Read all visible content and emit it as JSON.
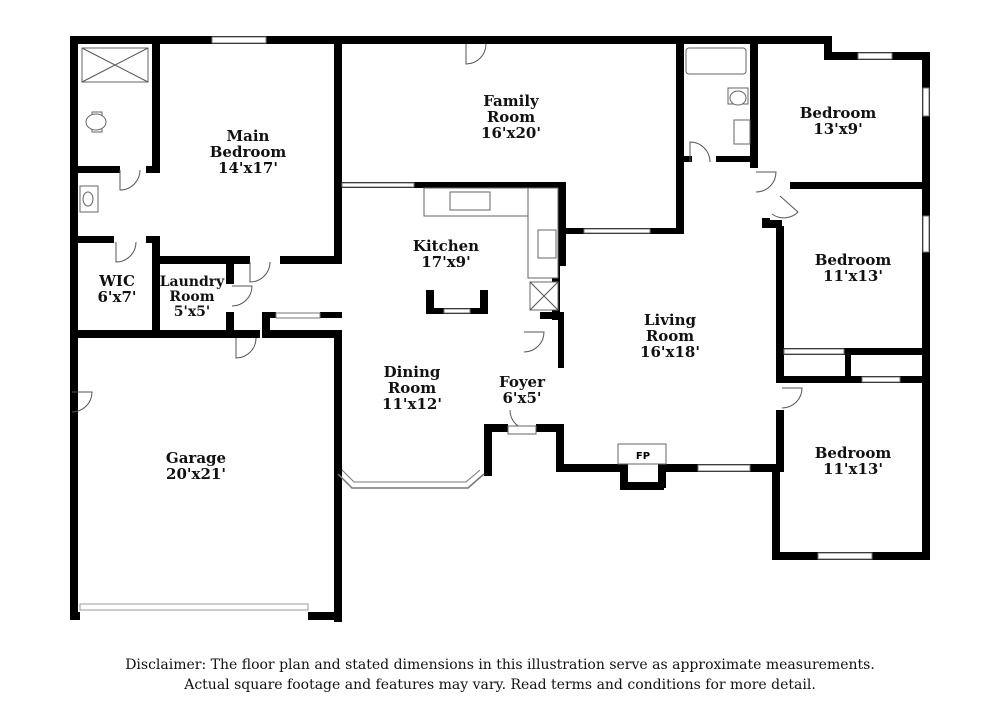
{
  "rooms": {
    "main_bedroom": {
      "name": "Main\nBedroom",
      "dim": "14'x17'"
    },
    "family_room": {
      "name": "Family\nRoom",
      "dim": "16'x20'"
    },
    "bedroom_1": {
      "name": "Bedroom",
      "dim": "13'x9'"
    },
    "bedroom_2": {
      "name": "Bedroom",
      "dim": "11'x13'"
    },
    "bedroom_3": {
      "name": "Bedroom",
      "dim": "11'x13'"
    },
    "kitchen": {
      "name": "Kitchen",
      "dim": "17'x9'"
    },
    "wic": {
      "name": "WIC",
      "dim": "6'x7'"
    },
    "laundry": {
      "name": "Laundry\nRoom",
      "dim": "5'x5'"
    },
    "living_room": {
      "name": "Living\nRoom",
      "dim": "16'x18'"
    },
    "dining_room": {
      "name": "Dining\nRoom",
      "dim": "11'x12'"
    },
    "foyer": {
      "name": "Foyer",
      "dim": "6'x5'"
    },
    "garage": {
      "name": "Garage",
      "dim": "20'x21'"
    }
  },
  "fireplace_label": "FP",
  "disclaimer": {
    "line1": "Disclaimer: The floor plan and stated dimensions in this illustration serve as approximate measurements.",
    "line2": "Actual square footage and features may vary. Read terms and conditions for more detail."
  }
}
